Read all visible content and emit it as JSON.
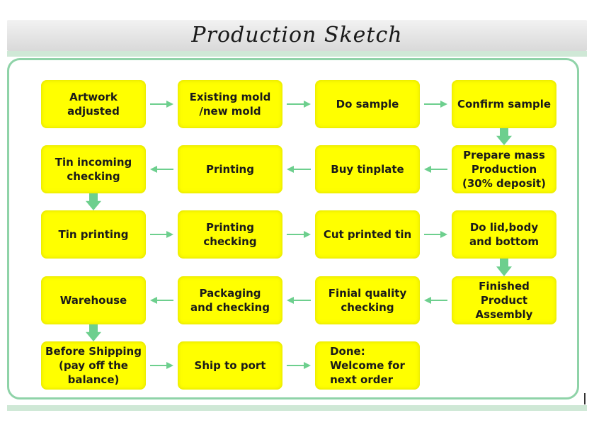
{
  "title": "Production Sketch",
  "colors": {
    "box_fill": "#ffff00",
    "arrow": "#6dcf8e",
    "panel_border": "#8fd3a8",
    "title_bar": "#e0e0e0"
  },
  "steps": [
    {
      "id": "artwork",
      "label": "Artwork\nadjusted"
    },
    {
      "id": "mold",
      "label": "Existing mold\n/new mold"
    },
    {
      "id": "do-sample",
      "label": "Do sample"
    },
    {
      "id": "confirm-sample",
      "label": "Confirm sample"
    },
    {
      "id": "tin-incoming",
      "label": "Tin incoming\nchecking"
    },
    {
      "id": "printing",
      "label": "Printing"
    },
    {
      "id": "buy-tinplate",
      "label": "Buy tinplate"
    },
    {
      "id": "prepare-mass",
      "label": "Prepare mass\nProduction\n(30% deposit)"
    },
    {
      "id": "tin-printing",
      "label": "Tin  printing"
    },
    {
      "id": "printing-checking",
      "label": "Printing\nchecking"
    },
    {
      "id": "cut-printed-tin",
      "label": "Cut printed tin"
    },
    {
      "id": "lid-body-bottom",
      "label": "Do lid,body\nand bottom"
    },
    {
      "id": "warehouse",
      "label": "Warehouse"
    },
    {
      "id": "packaging",
      "label": "Packaging\nand checking"
    },
    {
      "id": "final-quality",
      "label": "Finial quality\nchecking"
    },
    {
      "id": "finished-assembly",
      "label": "Finished\nProduct\nAssembly"
    },
    {
      "id": "before-shipping",
      "label": "Before Shipping\n(pay off the\nbalance)"
    },
    {
      "id": "ship-to-port",
      "label": "Ship to port"
    },
    {
      "id": "done",
      "label": "Done:\nWelcome for\nnext order"
    }
  ],
  "edges": [
    [
      "artwork",
      "mold"
    ],
    [
      "mold",
      "do-sample"
    ],
    [
      "do-sample",
      "confirm-sample"
    ],
    [
      "confirm-sample",
      "prepare-mass"
    ],
    [
      "prepare-mass",
      "buy-tinplate"
    ],
    [
      "buy-tinplate",
      "printing"
    ],
    [
      "printing",
      "tin-incoming"
    ],
    [
      "tin-incoming",
      "tin-printing"
    ],
    [
      "tin-printing",
      "printing-checking"
    ],
    [
      "printing-checking",
      "cut-printed-tin"
    ],
    [
      "cut-printed-tin",
      "lid-body-bottom"
    ],
    [
      "lid-body-bottom",
      "finished-assembly"
    ],
    [
      "finished-assembly",
      "final-quality"
    ],
    [
      "final-quality",
      "packaging"
    ],
    [
      "packaging",
      "warehouse"
    ],
    [
      "warehouse",
      "before-shipping"
    ],
    [
      "before-shipping",
      "ship-to-port"
    ],
    [
      "ship-to-port",
      "done"
    ]
  ]
}
